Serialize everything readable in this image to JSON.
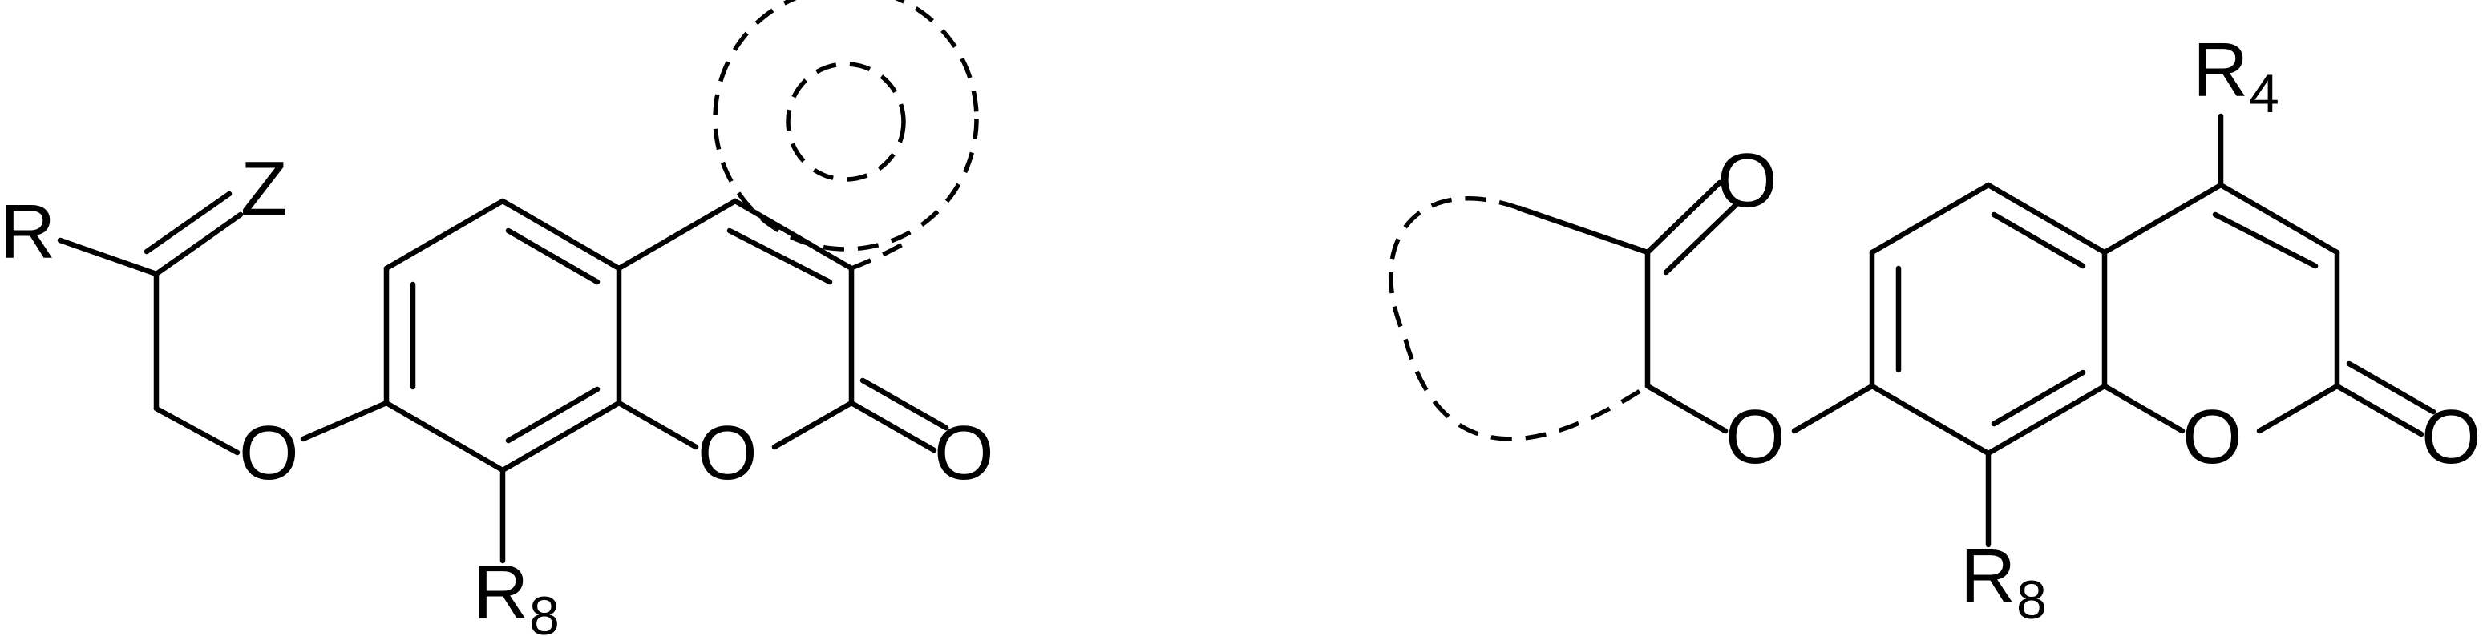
{
  "structures": [
    {
      "labels": {
        "r": "R",
        "z": "Z",
        "o_ether": "O",
        "o_ring": "O",
        "o_carbonyl": "O",
        "r8": "R",
        "r8_sub": "8"
      }
    },
    {
      "labels": {
        "o_ketone": "O",
        "o_ether": "O",
        "o_ring": "O",
        "o_carbonyl": "O",
        "r4": "R",
        "r4_sub": "4",
        "r8": "R",
        "r8_sub": "8"
      }
    }
  ]
}
